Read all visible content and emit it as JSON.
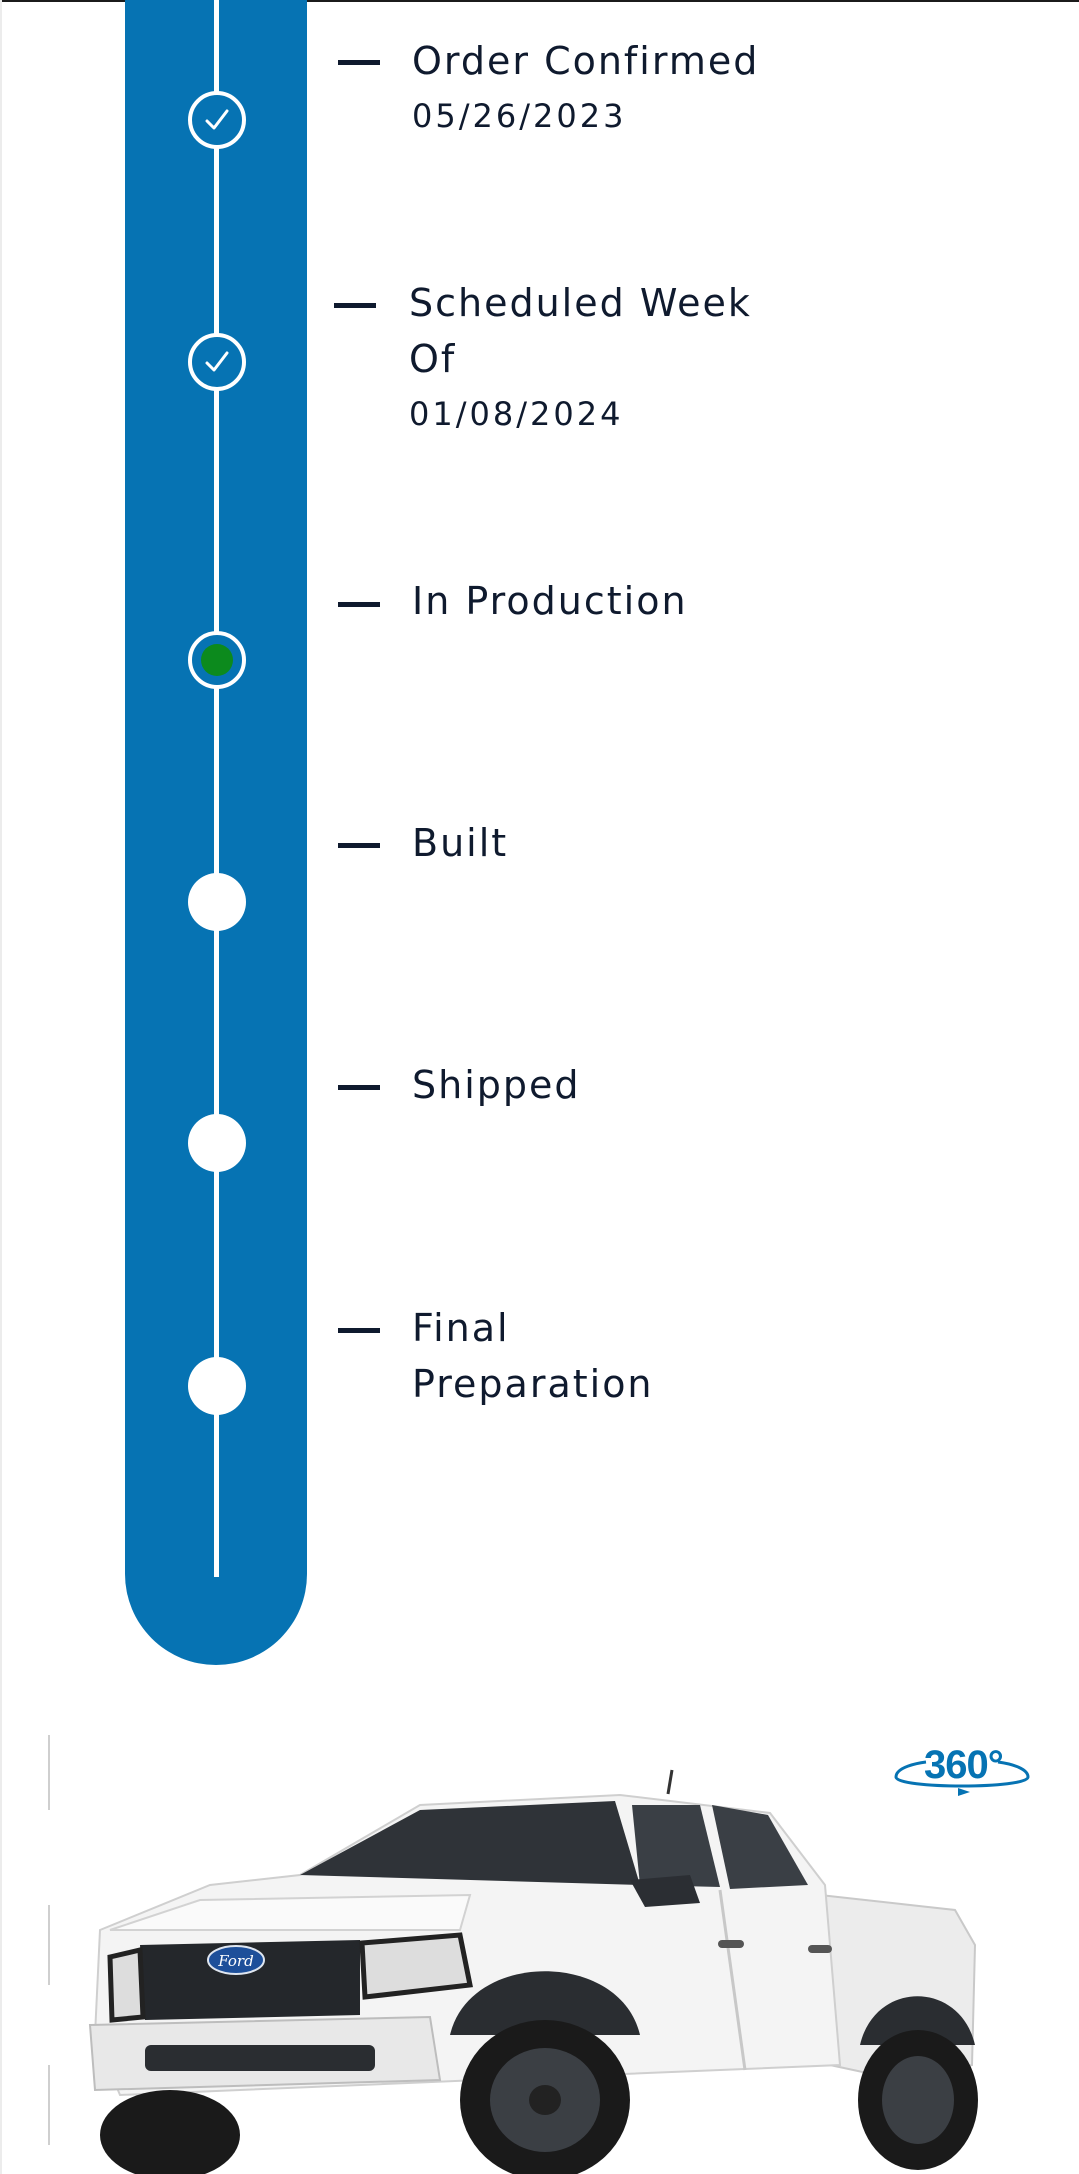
{
  "timeline": {
    "steps": [
      {
        "label": "Order Confirmed",
        "date": "05/26/2023",
        "status": "done"
      },
      {
        "label": "Scheduled Week Of",
        "date": "01/08/2024",
        "status": "done"
      },
      {
        "label": "In Production",
        "date": "",
        "status": "current"
      },
      {
        "label": "Built",
        "date": "",
        "status": "pending"
      },
      {
        "label": "Shipped",
        "date": "",
        "status": "pending"
      },
      {
        "label": "Final Preparation",
        "date": "",
        "status": "pending"
      }
    ],
    "colors": {
      "track": "#0673b3",
      "current_dot": "#0c8a1d",
      "text": "#0f1a2e"
    }
  },
  "vehicle": {
    "view_360_label": "360°",
    "image_icon": "pickup-truck-image",
    "badge_text": "Ford",
    "colors": {
      "body": "#f2f2f2",
      "accent": "#0673b3"
    }
  }
}
